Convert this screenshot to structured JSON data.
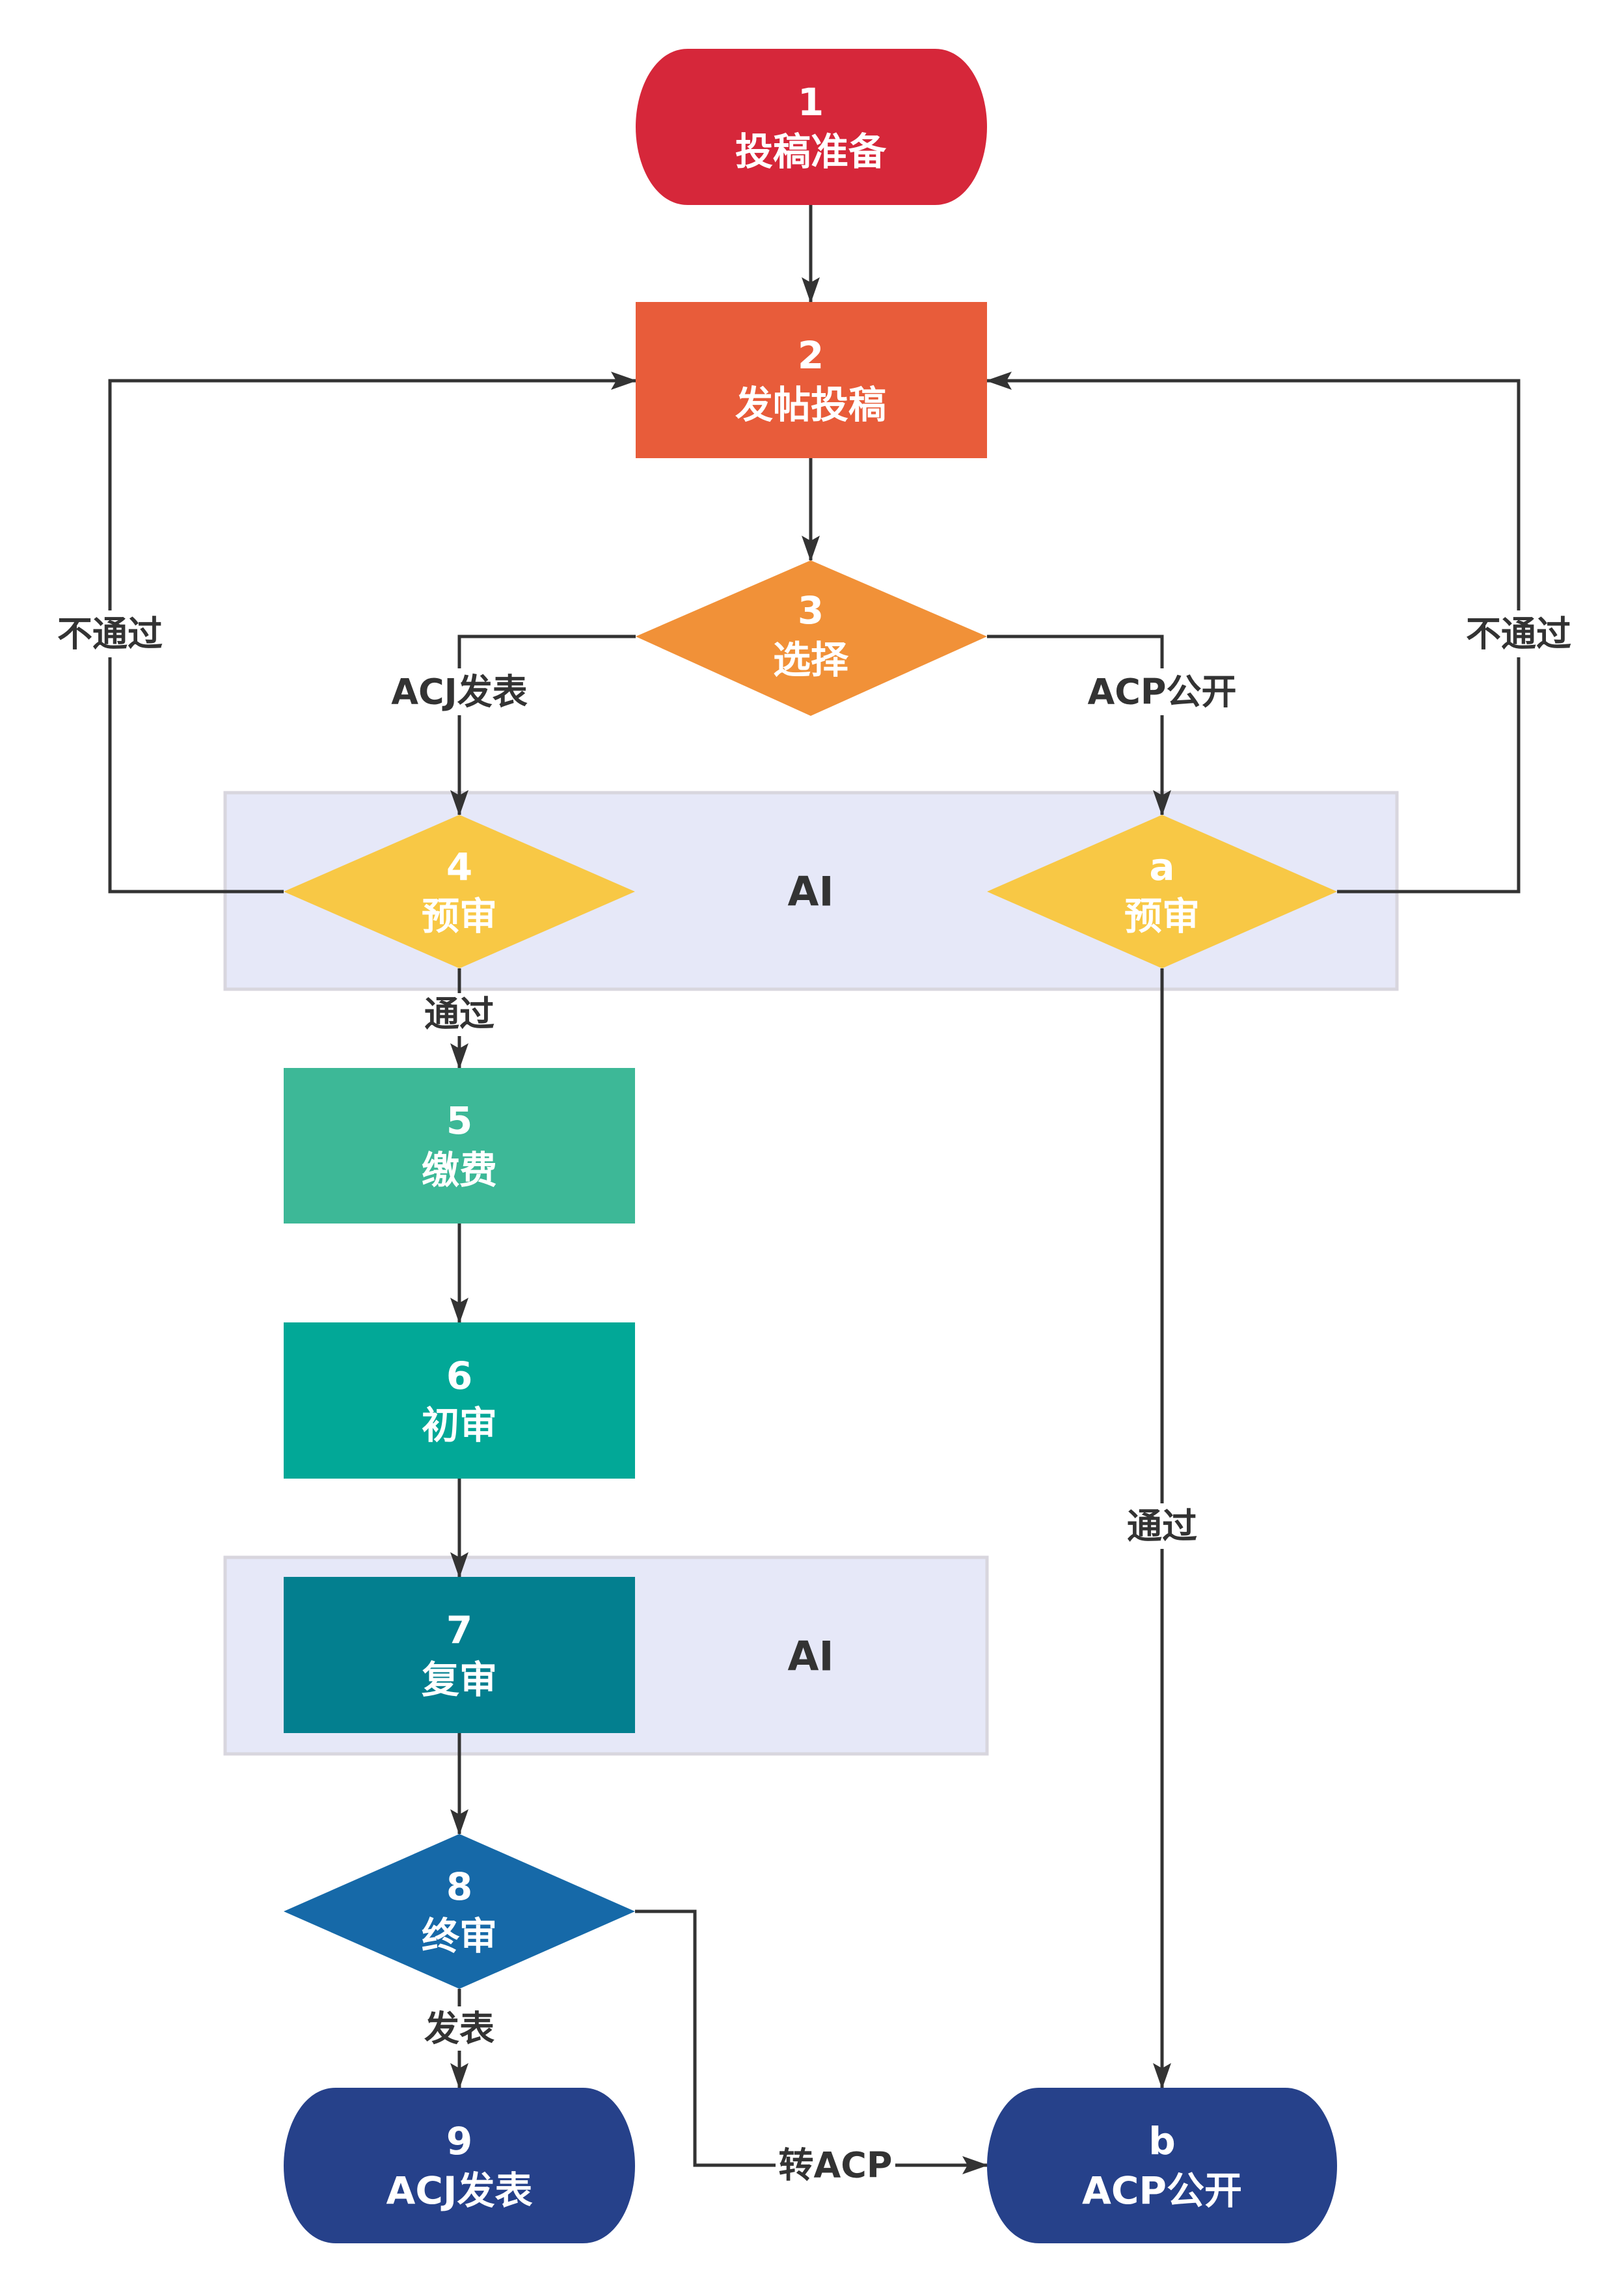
{
  "colors": {
    "start": "#D6273A",
    "submit": "#E85C3A",
    "choose": "#F19138",
    "prereview": "#F8C845",
    "fee": "#3DB897",
    "initial": "#02A897",
    "second": "#037F8F",
    "final": "#1669A8",
    "end": "#26418A",
    "group_fill": "#E6E8F8",
    "group_border": "#D8D6DE",
    "edge": "#333333"
  },
  "groups": [
    {
      "id": "ai-group-1",
      "label": "AI"
    },
    {
      "id": "ai-group-2",
      "label": "AI"
    }
  ],
  "nodes": {
    "n1": {
      "num": "1",
      "label": "投稿准备",
      "shape": "terminal"
    },
    "n2": {
      "num": "2",
      "label": "发帖投稿",
      "shape": "process"
    },
    "n3": {
      "num": "3",
      "label": "选择",
      "shape": "decision"
    },
    "n4": {
      "num": "4",
      "label": "预审",
      "shape": "decision"
    },
    "na": {
      "num": "a",
      "label": "预审",
      "shape": "decision"
    },
    "n5": {
      "num": "5",
      "label": "缴费",
      "shape": "process"
    },
    "n6": {
      "num": "6",
      "label": "初审",
      "shape": "process"
    },
    "n7": {
      "num": "7",
      "label": "复审",
      "shape": "process"
    },
    "n8": {
      "num": "8",
      "label": "终审",
      "shape": "decision"
    },
    "n9": {
      "num": "9",
      "label": "ACJ发表",
      "shape": "terminal"
    },
    "nb": {
      "num": "b",
      "label": "ACP公开",
      "shape": "terminal"
    }
  },
  "edges": {
    "e1_2": {
      "from": "1",
      "to": "2",
      "label": ""
    },
    "e2_3": {
      "from": "2",
      "to": "3",
      "label": ""
    },
    "e3_4": {
      "from": "3",
      "to": "4",
      "label": "ACJ发表"
    },
    "e3_a": {
      "from": "3",
      "to": "a",
      "label": "ACP公开"
    },
    "e4_2": {
      "from": "4",
      "to": "2",
      "label": "不通过"
    },
    "ea_2": {
      "from": "a",
      "to": "2",
      "label": "不通过"
    },
    "e4_5": {
      "from": "4",
      "to": "5",
      "label": "通过"
    },
    "e5_6": {
      "from": "5",
      "to": "6",
      "label": ""
    },
    "e6_7": {
      "from": "6",
      "to": "7",
      "label": ""
    },
    "e7_8": {
      "from": "7",
      "to": "8",
      "label": ""
    },
    "e8_9": {
      "from": "8",
      "to": "9",
      "label": "发表"
    },
    "e8_b": {
      "from": "8",
      "to": "b",
      "label": "转ACP"
    },
    "ea_b": {
      "from": "a",
      "to": "b",
      "label": "通过"
    }
  }
}
